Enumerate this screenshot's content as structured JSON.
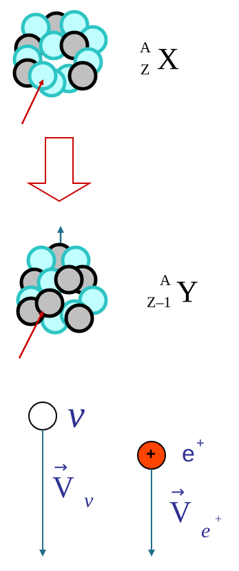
{
  "parent": {
    "mass_number": "A",
    "atomic_number": "Z",
    "symbol": "X"
  },
  "daughter": {
    "mass_number": "A",
    "atomic_number": "Z–1",
    "symbol": "Y"
  },
  "neutrino": {
    "symbol": "ν",
    "velocity_symbol": "V",
    "velocity_subscript": "ν"
  },
  "positron": {
    "charge_sign": "+",
    "label": "e",
    "label_sup": "+",
    "velocity_symbol": "V",
    "velocity_subscript": "e",
    "velocity_subscript_sup": "+"
  },
  "colors": {
    "proton_fill": "#bfffff",
    "proton_stroke": "#2ec4c4",
    "neutron_fill": "#c0c0c0",
    "neutron_stroke": "#000000",
    "incoming_arrow": "#cc0000",
    "transition_arrow": "#cc0000",
    "velocity_arrow": "#1f6f8b",
    "text_blue": "#2e3192",
    "positron_fill": "#ff4500"
  }
}
